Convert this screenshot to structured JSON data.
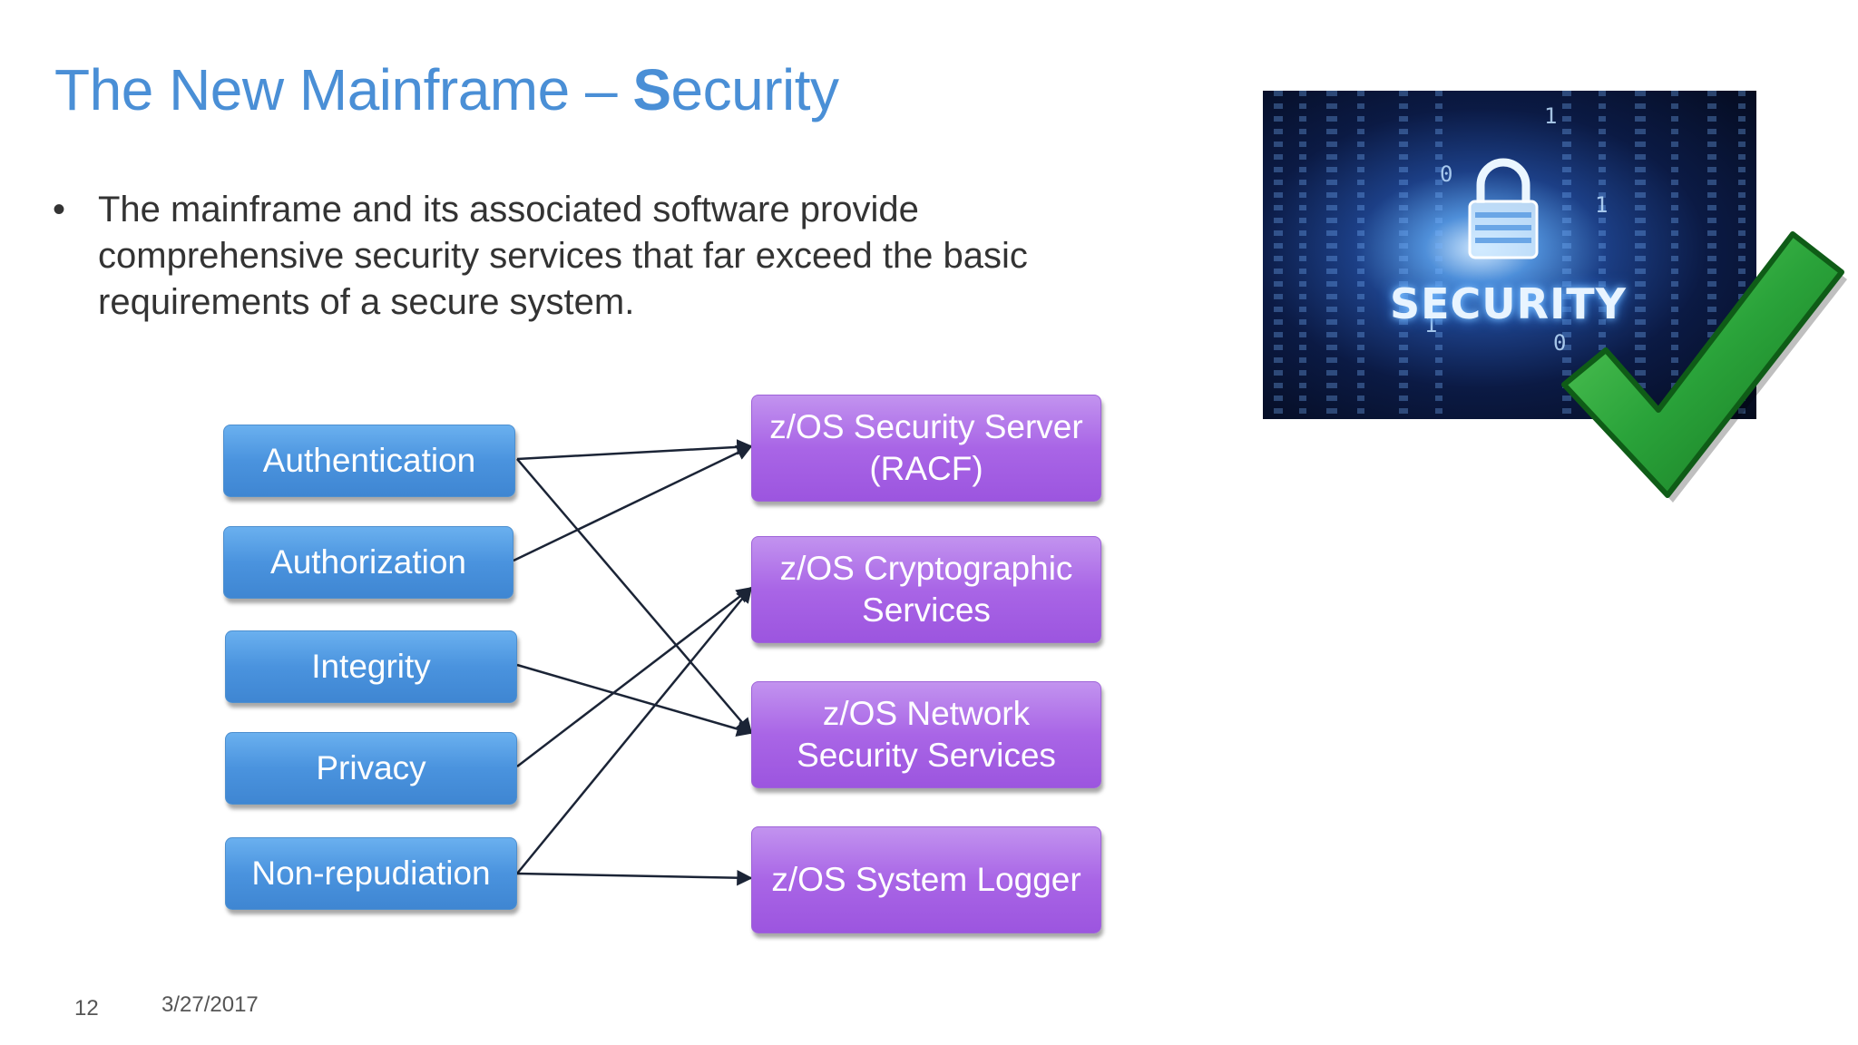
{
  "slide": {
    "title_main": "The New Mainframe – ",
    "title_bold_initial": "S",
    "title_rest": "ecurity",
    "bullet_marker": "•",
    "bullet_text": "The mainframe and its associated software provide comprehensive security services that far exceed the basic requirements of a secure system.",
    "page_number": "12",
    "date": "3/27/2017"
  },
  "diagram": {
    "requirements": [
      "Authentication",
      "Authorization",
      "Integrity",
      "Privacy",
      "Non-repudiation"
    ],
    "services": [
      "z/OS Security Server (RACF)",
      "z/OS Cryptographic Services",
      "z/OS Network Security Services",
      "z/OS System Logger"
    ],
    "connections": [
      {
        "from": "Authentication",
        "to": "z/OS Security Server (RACF)"
      },
      {
        "from": "Authentication",
        "to": "z/OS Network Security Services"
      },
      {
        "from": "Authorization",
        "to": "z/OS Security Server (RACF)"
      },
      {
        "from": "Integrity",
        "to": "z/OS Network Security Services"
      },
      {
        "from": "Privacy",
        "to": "z/OS Cryptographic Services"
      },
      {
        "from": "Non-repudiation",
        "to": "z/OS Cryptographic Services"
      },
      {
        "from": "Non-repudiation",
        "to": "z/OS System Logger"
      }
    ],
    "arrow_color": "#1b2436"
  },
  "image": {
    "label": "SECURITY",
    "digits": [
      "0",
      "1",
      "1",
      "0",
      "1"
    ],
    "icons": [
      "padlock-icon",
      "checkmark-icon"
    ],
    "check_color": "#2aa33a"
  }
}
